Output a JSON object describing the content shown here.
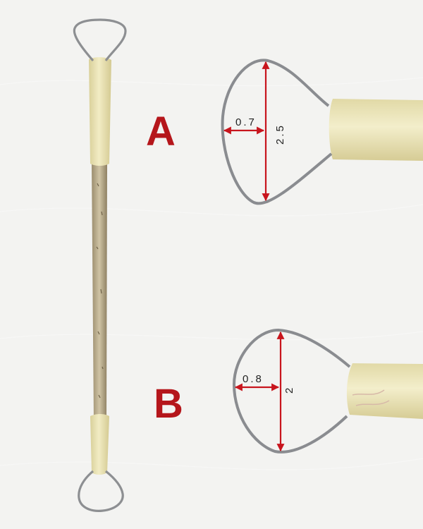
{
  "labels": {
    "variant_a": "A",
    "variant_b": "B"
  },
  "measurements": {
    "a_depth": "0.7",
    "a_height": "2.5",
    "b_depth": "0.8",
    "b_height": "2"
  },
  "colors": {
    "background": "#f3f3f1",
    "label_red": "#b5161b",
    "arrow_red": "#c8151d",
    "metal_wire": "#8d8f92",
    "handle_wrap": "#ece5b5",
    "bamboo_shaft": "#b7a98a"
  }
}
